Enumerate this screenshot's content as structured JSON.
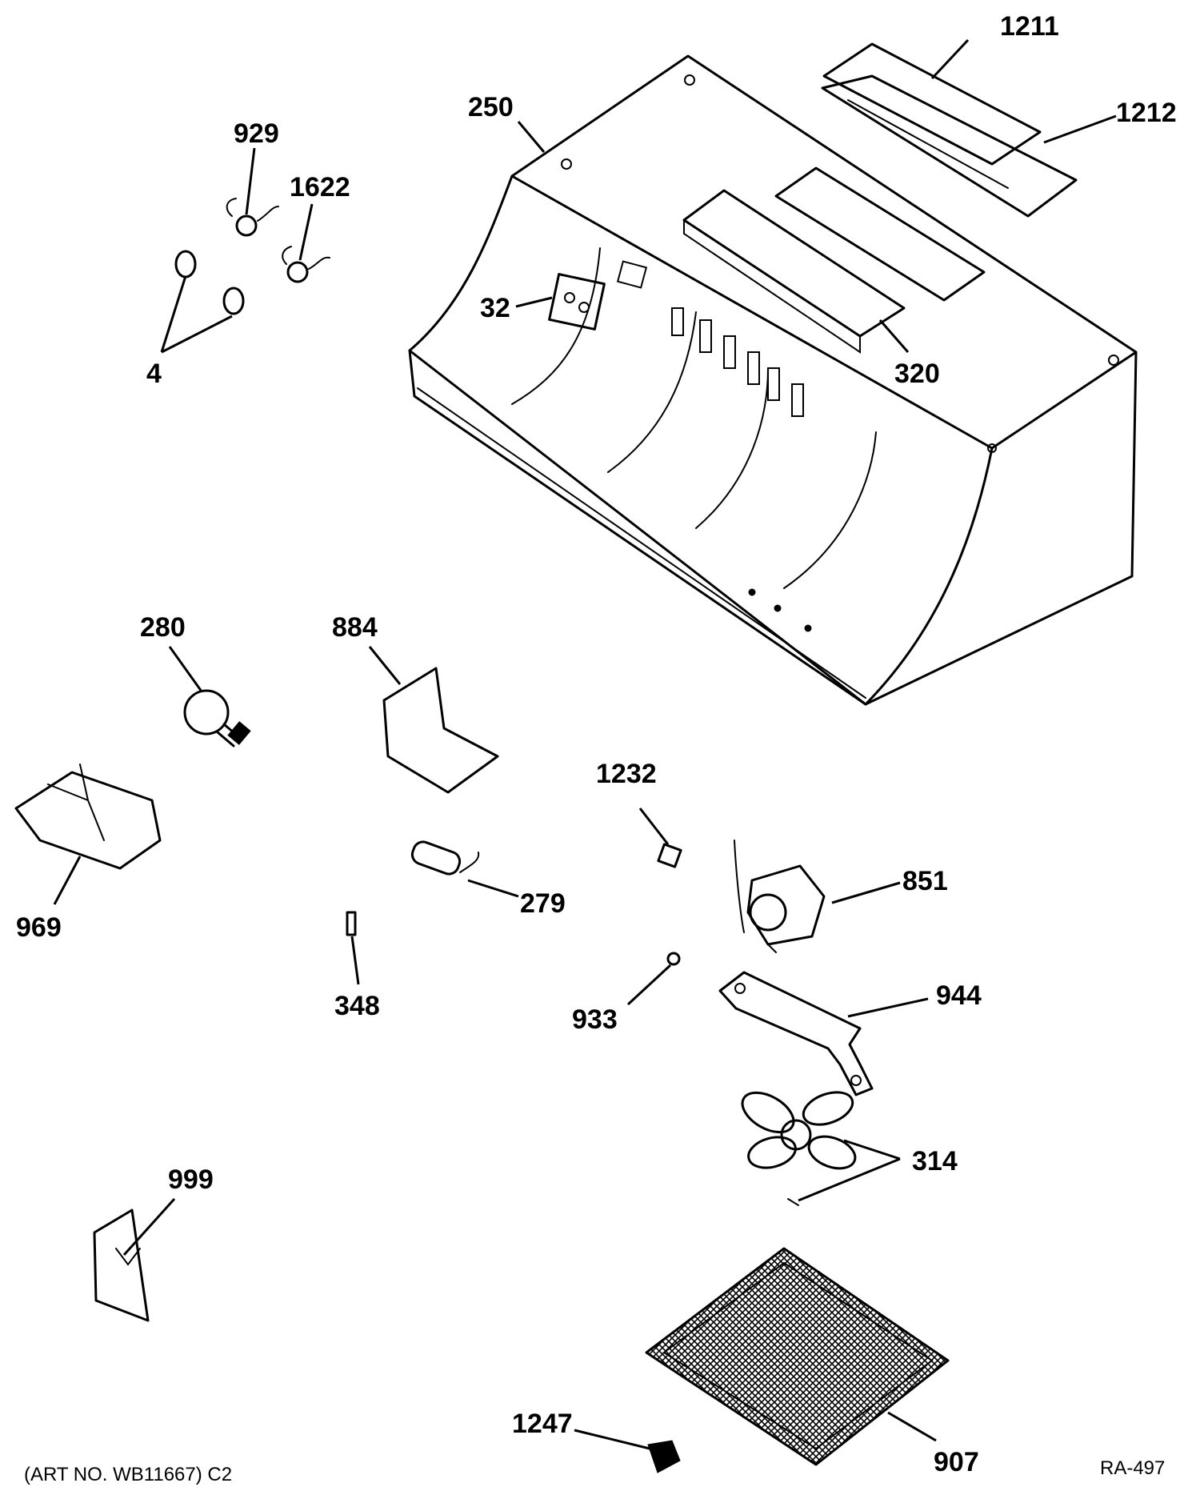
{
  "parts": {
    "p1211": "1211",
    "p1212": "1212",
    "p250": "250",
    "p929": "929",
    "p1622": "1622",
    "p4": "4",
    "p32": "32",
    "p320": "320",
    "p280": "280",
    "p884": "884",
    "p969": "969",
    "p1232": "1232",
    "p279": "279",
    "p851": "851",
    "p348": "348",
    "p933": "933",
    "p944": "944",
    "p314": "314",
    "p999": "999",
    "p1247": "1247",
    "p907": "907"
  },
  "footer": {
    "art_no": "(ART NO. WB11667) C2",
    "ref": "RA-497"
  }
}
